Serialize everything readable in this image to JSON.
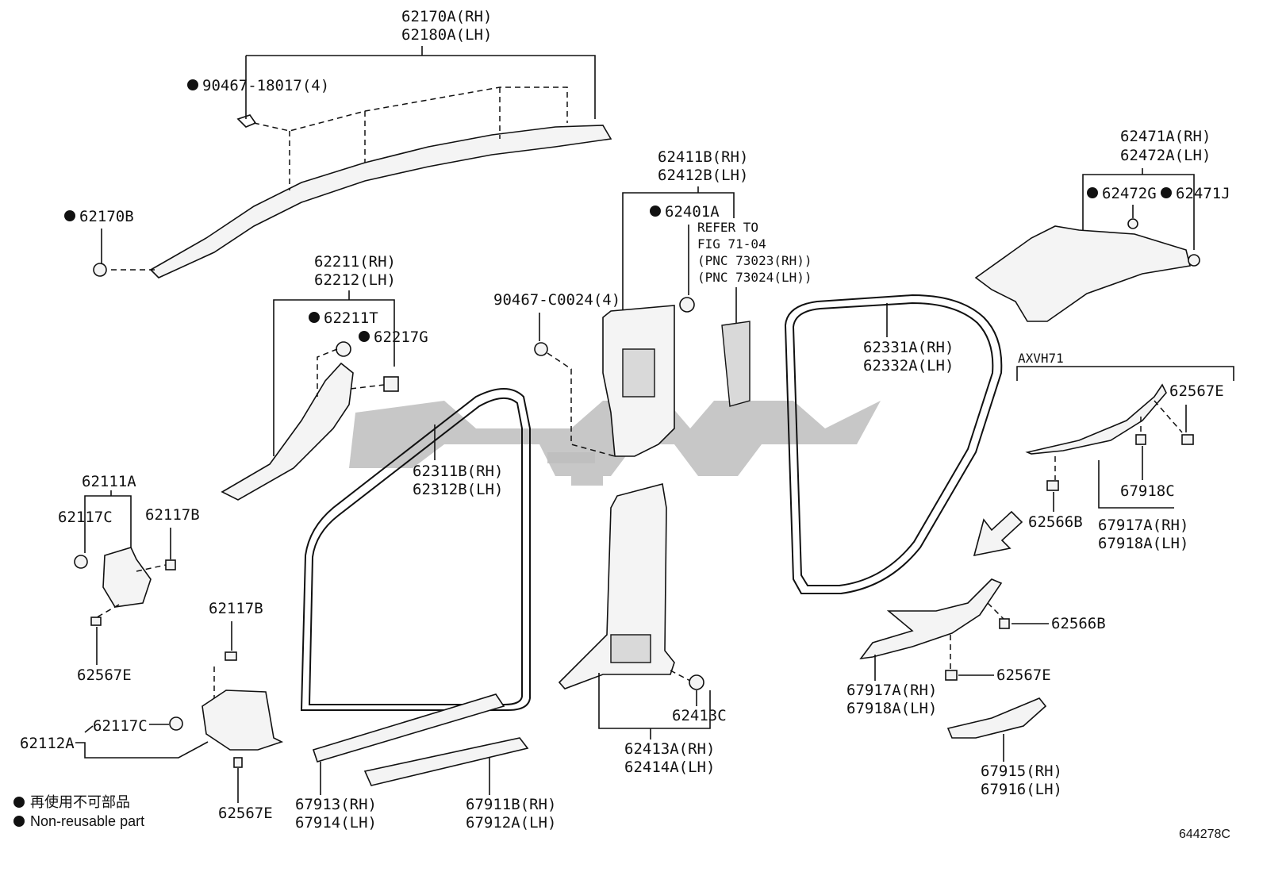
{
  "labels": {
    "p62170A_rh": "62170A(RH)",
    "p62180A_lh": "62180A(LH)",
    "p90467_18017": "90467-18017(4)",
    "p62170B": "62170B",
    "p62211_rh": "62211(RH)",
    "p62212_lh": "62212(LH)",
    "p62211T": "62211T",
    "p62217G": "62217G",
    "p62111A": "62111A",
    "p62117C_a": "62117C",
    "p62117B_a": "62117B",
    "p62567E_a": "62567E",
    "p62117B_b": "62117B",
    "p62117C_b": "62117C",
    "p62112A": "62112A",
    "p62567E_b": "62567E",
    "p90467_C0024": "90467-C0024(4)",
    "p62411B_rh": "62411B(RH)",
    "p62412B_lh": "62412B(LH)",
    "p62401A": "62401A",
    "refer1": "REFER TO",
    "refer2": "FIG 71-04",
    "refer3": "(PNC 73023(RH))",
    "refer4": "(PNC 73024(LH))",
    "p62311B_rh": "62311B(RH)",
    "p62312B_lh": "62312B(LH)",
    "p62413C": "62413C",
    "p62413A_rh": "62413A(RH)",
    "p62414A_lh": "62414A(LH)",
    "p67913_rh": "67913(RH)",
    "p67914_lh": "67914(LH)",
    "p67911B_rh": "67911B(RH)",
    "p67912A_lh": "67912A(LH)",
    "p62331A_rh": "62331A(RH)",
    "p62332A_lh": "62332A(LH)",
    "p62471A_rh": "62471A(RH)",
    "p62472A_lh": "62472A(LH)",
    "p62472G": "62472G",
    "p62471J": "62471J",
    "axvh71": "AXVH71",
    "p62567E_c": "62567E",
    "p62566B_a": "62566B",
    "p67918C": "67918C",
    "p67917A_rh_a": "67917A(RH)",
    "p67918A_lh_a": "67918A(LH)",
    "p62566B_b": "62566B",
    "p62567E_d": "62567E",
    "p67917A_rh_b": "67917A(RH)",
    "p67918A_lh_b": "67918A(LH)",
    "p67915_rh": "67915(RH)",
    "p67916_lh": "67916(LH)"
  },
  "legend": {
    "line1": "再使用不可部品",
    "line2": "Non-reusable part"
  },
  "diagram_code": "644278C",
  "colors": {
    "ink": "#111111",
    "part_fill": "#f4f4f4",
    "watermark": "#bdbdbd"
  }
}
